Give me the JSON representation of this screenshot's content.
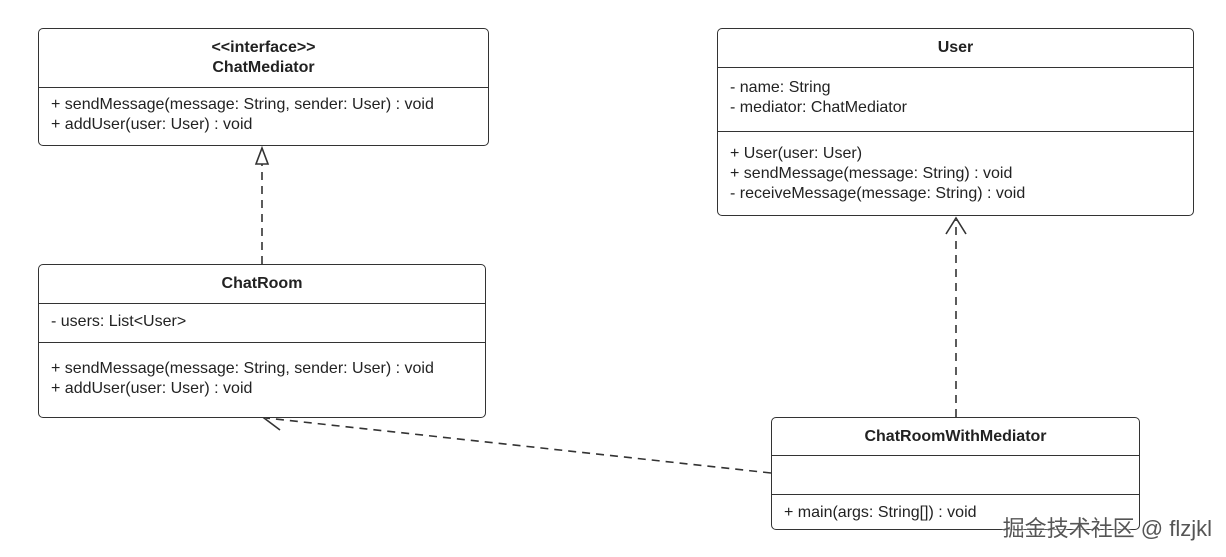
{
  "classes": {
    "chat_mediator": {
      "stereotype": "<<interface>>",
      "name": "ChatMediator",
      "methods": [
        "+ sendMessage(message: String, sender: User) : void",
        "+ addUser(user: User) : void"
      ]
    },
    "user": {
      "name": "User",
      "attributes": [
        "- name: String",
        "- mediator: ChatMediator"
      ],
      "methods": [
        "+ User(user: User)",
        "+ sendMessage(message: String) : void",
        "- receiveMessage(message: String) : void"
      ]
    },
    "chat_room": {
      "name": "ChatRoom",
      "attributes": [
        "- users:  List<User>"
      ],
      "methods": [
        "+ sendMessage(message: String, sender: User) : void",
        "+ addUser(user: User) : void"
      ]
    },
    "chat_room_with_mediator": {
      "name": "ChatRoomWithMediator",
      "attributes": [],
      "methods": [
        "+ main(args: String[]) : void"
      ]
    }
  },
  "relations": [
    {
      "from": "ChatRoom",
      "to": "ChatMediator",
      "kind": "realization"
    },
    {
      "from": "ChatRoomWithMediator",
      "to": "User",
      "kind": "dependency"
    },
    {
      "from": "ChatRoomWithMediator",
      "to": "ChatRoom",
      "kind": "dependency"
    }
  ],
  "colors": {
    "stroke": "#333333",
    "text": "#222222",
    "background": "#ffffff"
  },
  "watermark": "掘金技术社区 @ flzjkl"
}
